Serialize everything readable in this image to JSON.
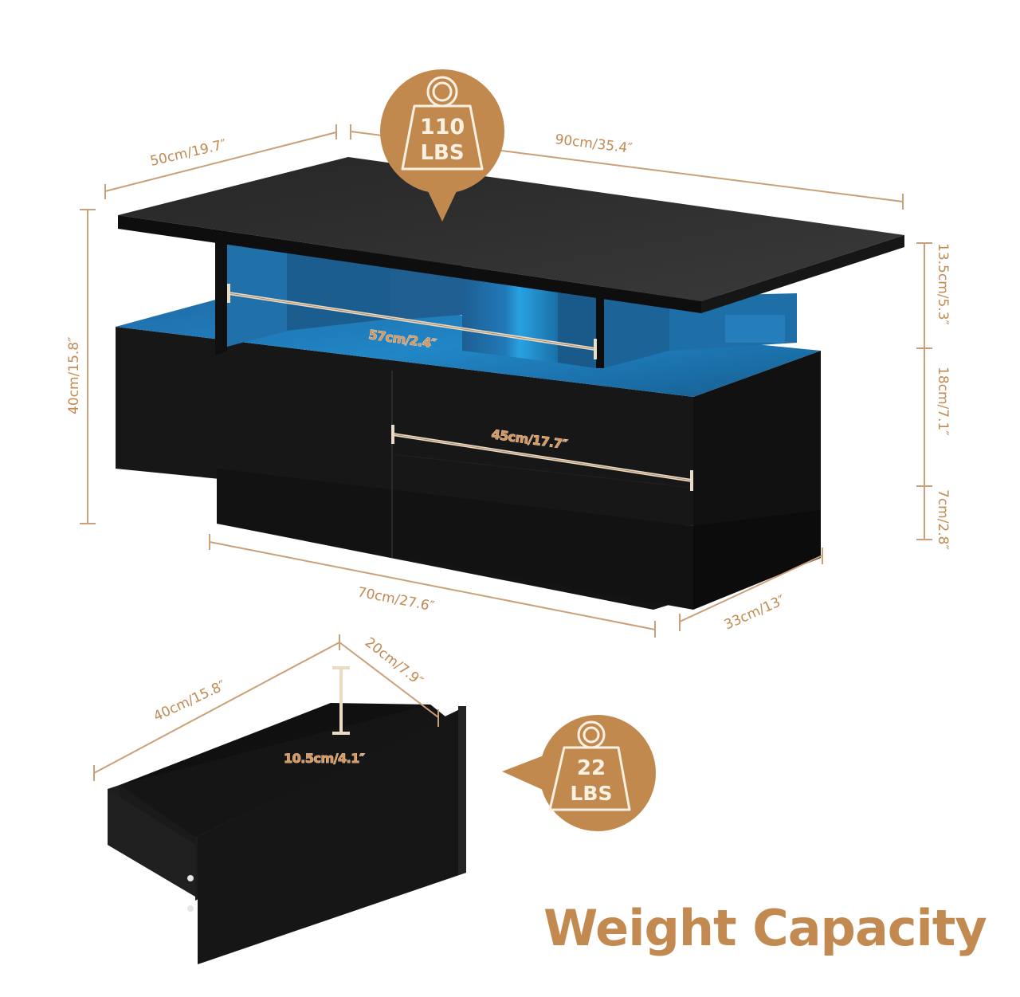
{
  "title": "Weight Capacity",
  "colors": {
    "accent": "#c28a50",
    "dimension_line": "#c9a077",
    "furniture_black": "#1c1c1c",
    "tabletop": "#2a2a2a",
    "led_blue": "#1f7fc0",
    "background": "#ffffff"
  },
  "badges": {
    "table_top": {
      "icon": "weight-icon",
      "value": "110",
      "unit": "LBS"
    },
    "drawer": {
      "icon": "weight-icon",
      "value": "22",
      "unit": "LBS"
    }
  },
  "table_dimensions": {
    "depth_top": "50cm/19.7″",
    "width_top": "90cm/35.4″",
    "total_height": "40cm/15.8″",
    "top_gap_height": "13.5cm/5.3″",
    "drawer_body_height": "18cm/7.1″",
    "base_height": "7cm/2.8″",
    "open_shelf_width": "57cm/2.4″",
    "drawer_width": "45cm/17.7″",
    "base_width": "70cm/27.6″",
    "base_depth": "33cm/13″"
  },
  "drawer_dimensions": {
    "length": "40cm/15.8″",
    "width": "20cm/7.9″",
    "inner_height": "10.5cm/4.1″"
  }
}
